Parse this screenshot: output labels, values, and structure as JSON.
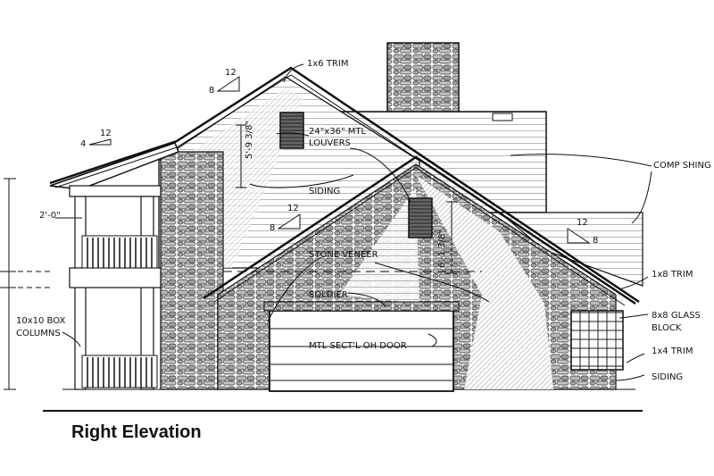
{
  "title": "Right Elevation",
  "annotations": {
    "trim_1x6": "1x6 TRIM",
    "louvers_line1": "24\"x36\" MTL",
    "louvers_line2": "LOUVERS",
    "dim_louver_height": "5'-9 3/8\"",
    "siding_upper": "SIDING",
    "stone_veneer": "STONE VENEER",
    "soldier": "SOLDIER",
    "garage_door": "MTL SECT'L OH DOOR",
    "comp_shingles": "COMP SHING",
    "trim_1x8": "1x8 TRIM",
    "glass_block_line1": "8x8 GLASS",
    "glass_block_line2": "BLOCK",
    "trim_1x4": "1x4 TRIM",
    "siding_lower": "SIDING",
    "box_columns_line1": "10x10 BOX",
    "box_columns_line2": "COLUMNS",
    "dim_porch_offset": "2'-0\"",
    "dim_gable_height": "6'-1 3/8\""
  },
  "pitch_labels": {
    "main_rise": "8",
    "main_run": "12",
    "porch_rise": "4",
    "porch_run": "12",
    "mid_rise": "8",
    "mid_run": "12",
    "right_run": "12",
    "right_rise": "8"
  }
}
